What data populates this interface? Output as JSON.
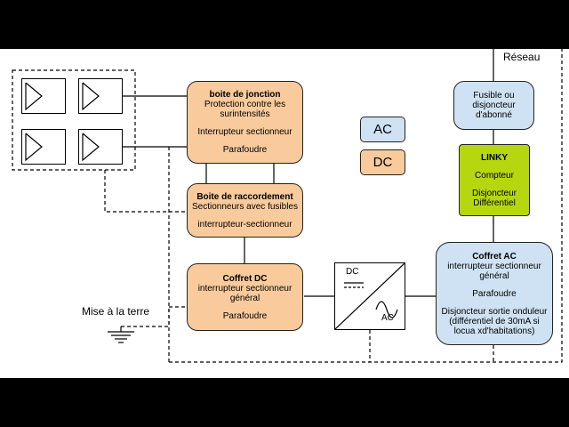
{
  "diagram": {
    "labels": {
      "reseau": "Réseau",
      "ground": "Mise à la terre"
    },
    "legend": {
      "ac": "AC",
      "dc": "DC",
      "ac_color": "#cfe2f3",
      "dc_color": "#f9cb9c"
    },
    "boxes": {
      "junction": {
        "title": "boite de jonction",
        "line1": "Protection contre les",
        "line2": "surintensités",
        "line3": "Interrupteur sectionneur",
        "line4": "Parafoudre"
      },
      "raccordement": {
        "title": "Boite de raccordement",
        "line1": "Sectionneurs avec fusibles",
        "line2": "interrupteur-sectionneur"
      },
      "coffret_dc": {
        "title": "Coffret DC",
        "line1": "interrupteur sectionneur",
        "line2": "général",
        "line3": "Parafoudre"
      },
      "fusible": {
        "line1": "Fusible ou",
        "line2": "disjoncteur",
        "line3": "d'abonné"
      },
      "linky": {
        "title": "LINKY",
        "line1": "Compteur",
        "line2": "Disjoncteur",
        "line3": "Différentiel"
      },
      "coffret_ac": {
        "title": "Coffret AC",
        "line1": "interrupteur sectionneur",
        "line2": "général",
        "line3": "Parafoudre",
        "line4": "Disjoncteur sortie onduleur",
        "line5": "(différentiel de 30mA si",
        "line6": "locua xd'habitations)"
      }
    },
    "inverter": {
      "dc": "DC",
      "ac": "AC"
    },
    "icons": {
      "panel": "solar-panel-icon",
      "ground": "ground-icon",
      "inverter": "inverter-icon"
    }
  }
}
